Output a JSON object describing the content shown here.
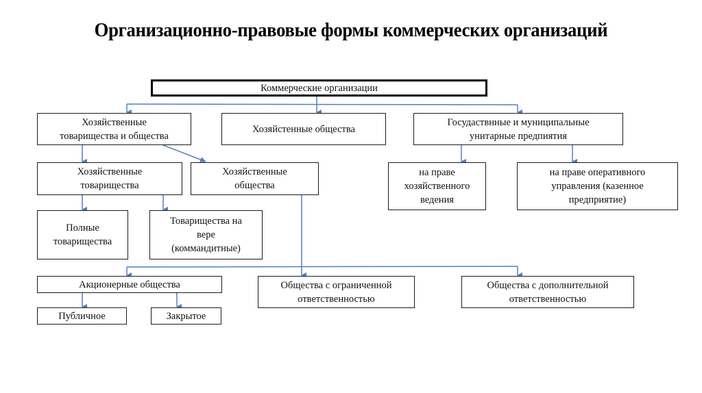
{
  "title": "Организационно-правовые формы коммерческих организаций",
  "colors": {
    "connector": "#4f81bd",
    "box_border": "#1a1a1a"
  },
  "nodes": {
    "root": "Коммерческие организации",
    "ht_and_ho": "Хозяйственные\nтоварищества и общества",
    "ho_top": "Хозяйстенные общества",
    "gmup": "Госудаствнные и муниципальные\nунитарные предпиятия",
    "ht": "Хозяйственные\nтоварищества",
    "ho": "Хозяйственные\nобщества",
    "xv": "на праве\nхозяйственного\nведения",
    "ou": "на праве оперативного\nуправления (казенное\nпредприятие)",
    "full": "Полные\nтоварищества",
    "trust": "Товарищества на\nвере\n(коммандитные)",
    "ao": "Акционерные общества",
    "ooo": "Общества с ограниченной\nответственностью",
    "odo": "Общества с дополнительной\nответственностью",
    "public": "Публичное",
    "closed": "Закрытое"
  }
}
